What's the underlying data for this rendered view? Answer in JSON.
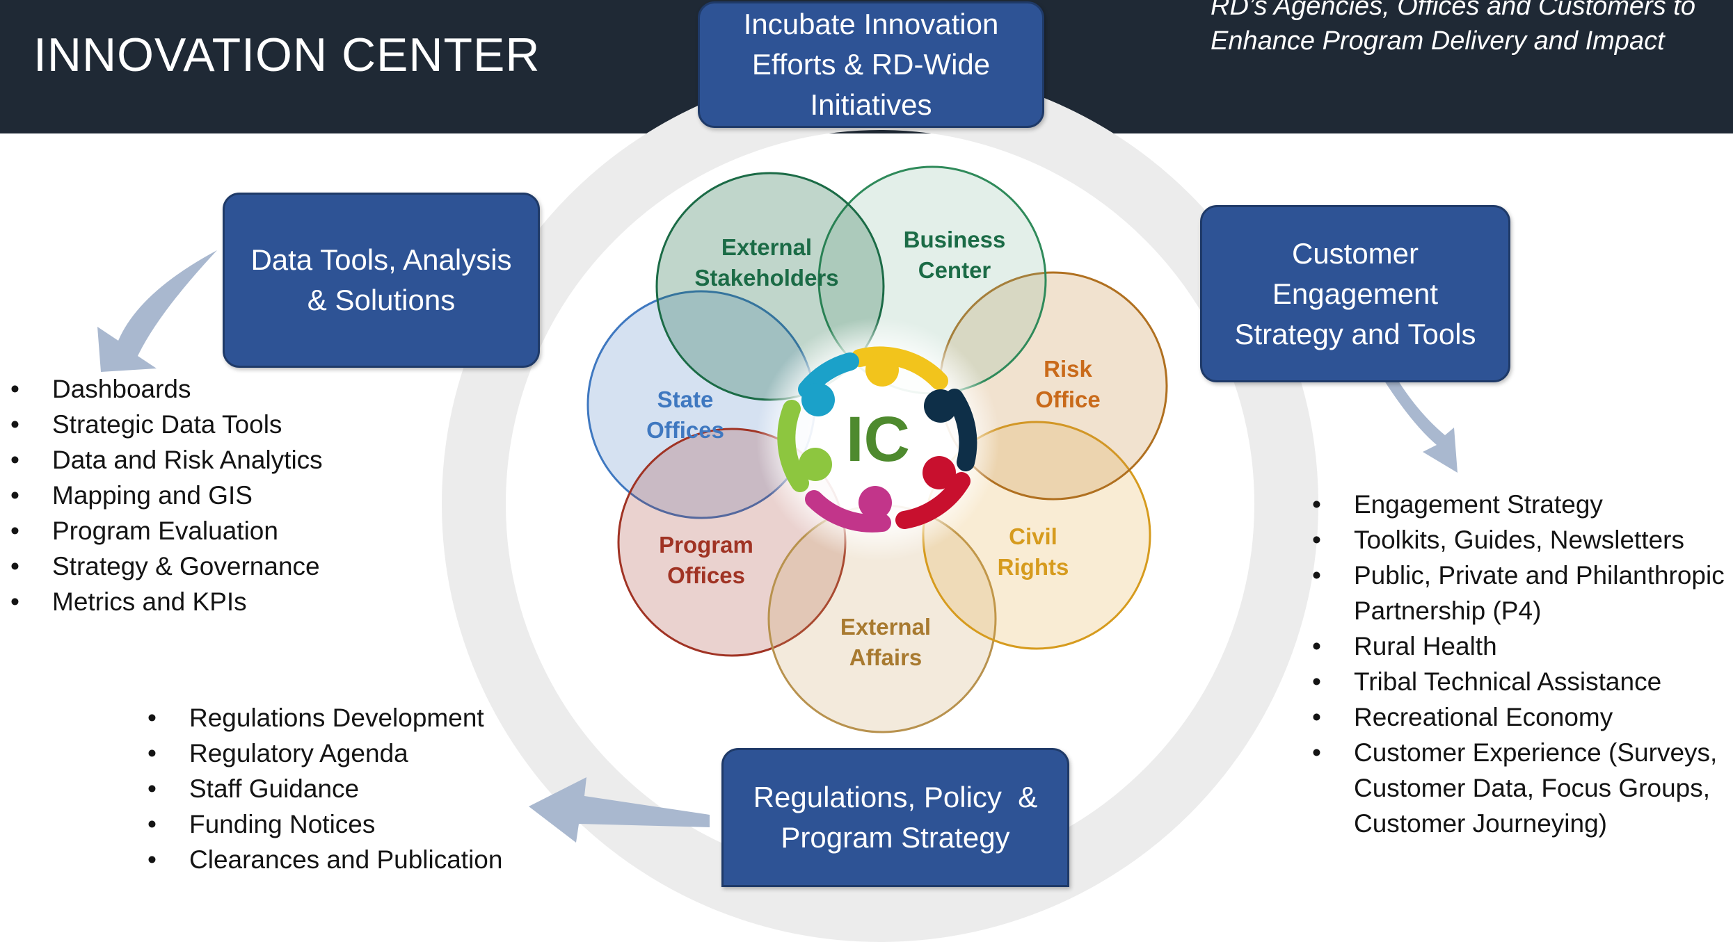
{
  "header": {
    "title": "INNOVATION CENTER",
    "tagline_line1": "RD’s Agencies, Offices and Customers to",
    "tagline_line2": "Enhance Program Delivery and Impact"
  },
  "boxes": {
    "top": [
      "Incubate Innovation",
      "Efforts & RD-Wide",
      "Initiatives"
    ],
    "left": [
      "Data Tools, Analysis",
      "& Solutions"
    ],
    "right": [
      "Customer",
      "Engagement",
      "Strategy and Tools"
    ],
    "bottom": [
      "Regulations, Policy  &",
      "Program Strategy"
    ]
  },
  "lists": {
    "data_tools": [
      "Dashboards",
      "Strategic Data Tools",
      "Data and Risk Analytics",
      "Mapping and GIS",
      "Program Evaluation",
      "Strategy & Governance",
      "Metrics and KPIs"
    ],
    "customer": [
      "Engagement Strategy",
      "Toolkits, Guides, Newsletters",
      "Public, Private and Philanthropic Partnership (P4)",
      "Rural Health",
      "Tribal Technical Assistance",
      "Recreational Economy",
      "Customer Experience (Surveys, Customer Data, Focus Groups, Customer Journeying)"
    ],
    "regulations": [
      "Regulations Development",
      "Regulatory Agenda",
      "Staff Guidance",
      "Funding Notices",
      "Clearances and Publication"
    ]
  },
  "petals": {
    "external_stakeholders": [
      "External",
      "Stakeholders"
    ],
    "business_center": [
      "Business",
      "Center"
    ],
    "risk_office": [
      "Risk",
      "Office"
    ],
    "civil_rights": [
      "Civil",
      "Rights"
    ],
    "external_affairs": [
      "External",
      "Affairs"
    ],
    "program_offices": [
      "Program",
      "Offices"
    ],
    "state_offices": [
      "State",
      "Offices"
    ]
  },
  "center_logo": "IC",
  "colors": {
    "header_bg": "#1f2935",
    "box_fill": "#2e5395",
    "external_stakeholders": "#1b6b46",
    "business_center": "#1b6b46",
    "risk_office": "#c96a1a",
    "civil_rights": "#d69b1e",
    "external_affairs": "#a87a30",
    "program_offices": "#a03324",
    "state_offices": "#3f78c0",
    "logo_text": "#4e8a2e"
  }
}
